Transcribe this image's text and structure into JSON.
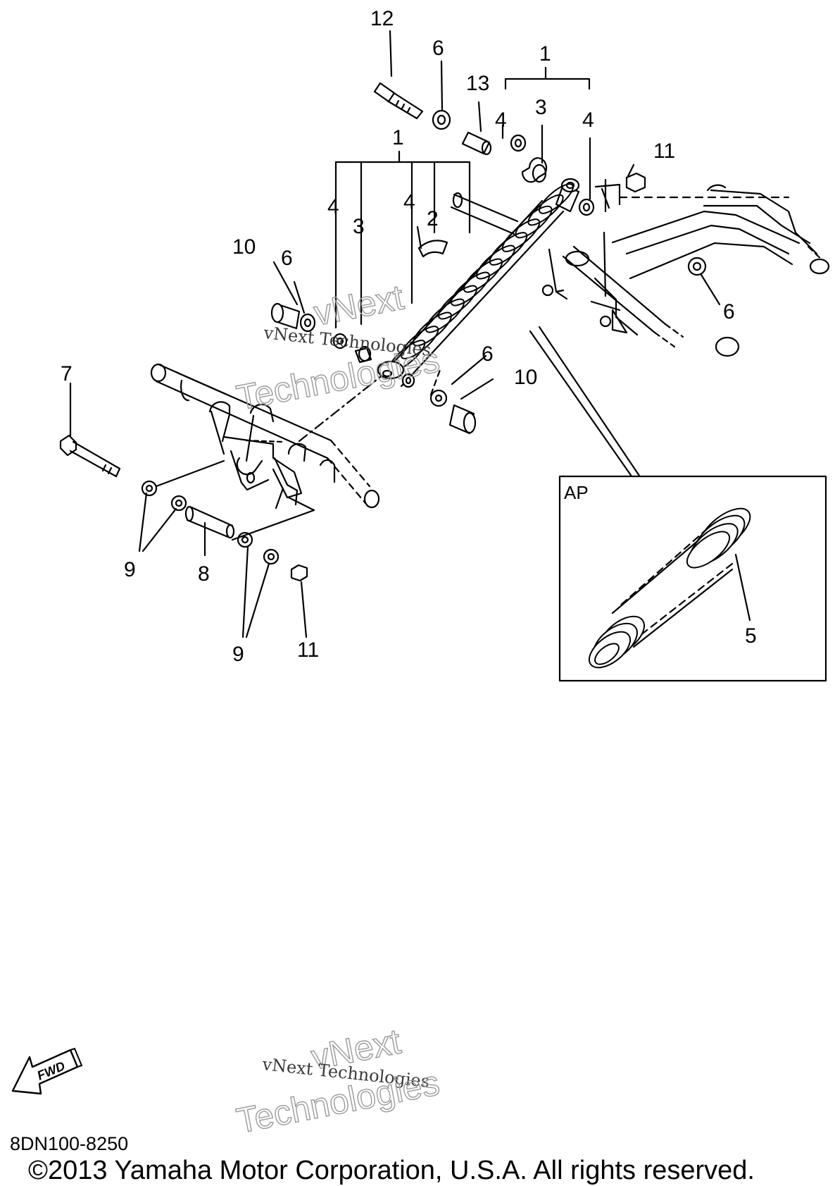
{
  "diagram": {
    "callouts": [
      "12",
      "6",
      "13",
      "1",
      "3",
      "4",
      "4",
      "11",
      "1",
      "4",
      "3",
      "4",
      "2",
      "10",
      "6",
      "6",
      "6",
      "10",
      "7",
      "9",
      "8",
      "9",
      "11",
      "5"
    ],
    "inset_label": "AP",
    "fwd_label": "FWD",
    "part_code": "8DN100-8250",
    "copyright": "©2013 Yamaha Motor Corporation, U.S.A. All rights reserved."
  },
  "watermark": {
    "line1": "vNext",
    "line2": "vNext Technologies",
    "line3": "Technologies"
  }
}
